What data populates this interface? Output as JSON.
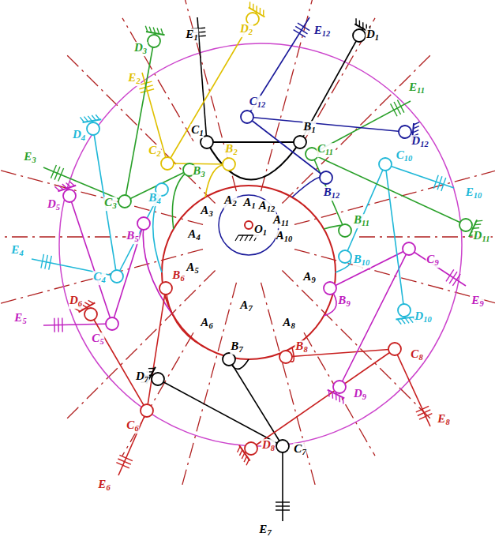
{
  "diagram": {
    "labels": [
      "E1",
      "D2",
      "E12",
      "D1",
      "D3",
      "E2",
      "C1",
      "B1",
      "C12",
      "E11",
      "C11",
      "D12",
      "D4",
      "C2",
      "B3",
      "B2",
      "B12",
      "C10",
      "E10",
      "E3",
      "C3",
      "B4",
      "A3",
      "A2",
      "A1",
      "A12",
      "A11",
      "A10",
      "O1",
      "B11",
      "D11",
      "D5",
      "A4",
      "B5",
      "E4",
      "C4",
      "A5",
      "A9",
      "B10",
      "C9",
      "E9",
      "D6",
      "B6",
      "D10",
      "E5",
      "C5",
      "A6",
      "A8",
      "B9",
      "A7",
      "B8",
      "C8",
      "B7",
      "D7",
      "D8",
      "D9",
      "E8",
      "C6",
      "E6",
      "C7",
      "E7"
    ]
  }
}
